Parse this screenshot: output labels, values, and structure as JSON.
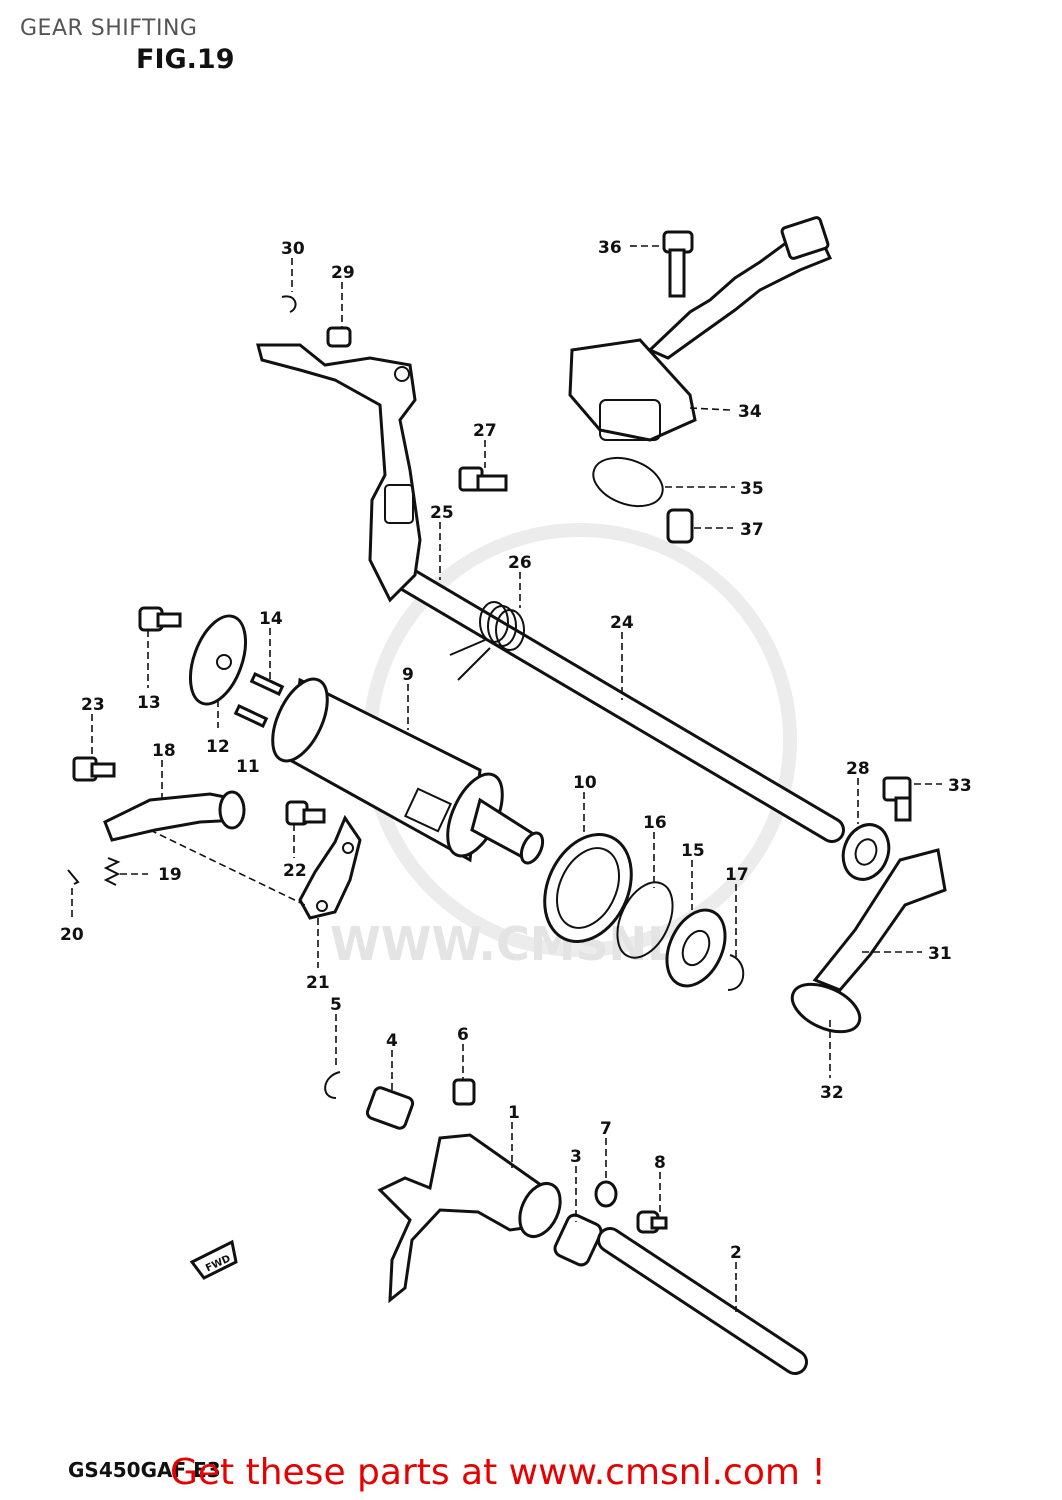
{
  "header": {
    "section_title": "GEAR SHIFTING",
    "figure_label": "FIG.19"
  },
  "footer": {
    "model_code": "GS450GAF E3",
    "call_to_action": "Get these parts at www.cmsnl.com !"
  },
  "watermark": {
    "text": "WWW.CMSNL."
  },
  "direction_badge": {
    "text": "FWD"
  },
  "callouts": [
    "1",
    "2",
    "3",
    "4",
    "5",
    "6",
    "7",
    "8",
    "9",
    "10",
    "11",
    "12",
    "13",
    "14",
    "15",
    "16",
    "17",
    "18",
    "19",
    "20",
    "21",
    "22",
    "23",
    "24",
    "25",
    "26",
    "27",
    "28",
    "29",
    "30",
    "31",
    "32",
    "33",
    "34",
    "35",
    "36",
    "37"
  ]
}
